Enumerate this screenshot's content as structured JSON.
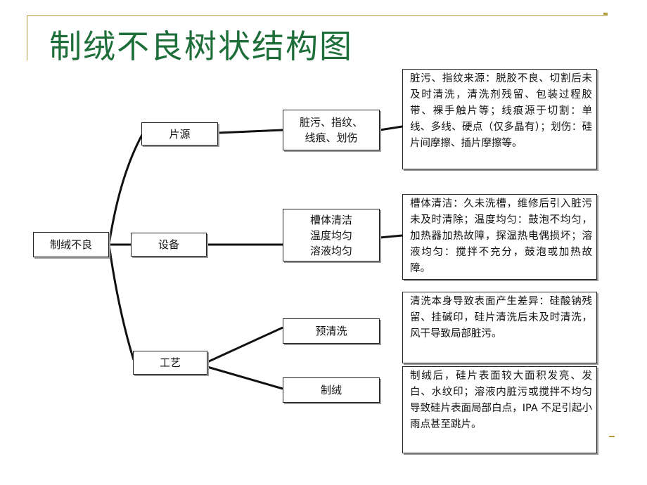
{
  "title": "制绒不良树状结构图",
  "root": "制绒不良",
  "level1": [
    "片源",
    "设备",
    "工艺"
  ],
  "level2": {
    "source": "脏污、指纹、\n线痕、划伤",
    "equipment": "槽体清洁\n温度均匀\n溶液均匀",
    "preclean": "预清洗",
    "texture": "制绒"
  },
  "details": {
    "source": "脏污、指纹来源：脱胶不良、切割后未及时清洗，清洗剂残留、包装过程胶带、裸手触片等；线痕源于切割：单线、多线、硬点（仅多晶有）；划伤：硅片间摩擦、插片摩擦等。",
    "equipment": "槽体清洁：久未洗槽，维修后引入脏污未及时清除；温度均匀：鼓泡不均匀，加热器加热故障，探温热电偶损坏；溶液均匀：搅拌不充分，鼓泡或加热故障。",
    "preclean": "清洗本身导致表面产生差异：硅酸钠残留、挂碱印，硅片清洗后未及时清洗，风干导致局部脏污。",
    "texture": "制绒后，硅片表面较大面积发亮、发白、水纹印；溶液内脏污或搅拌不均匀导致硅片表面局部白点，IPA 不足引起小雨点甚至跳片。"
  },
  "colors": {
    "title": "#1e6e3a",
    "accent": "#b59a3a"
  }
}
